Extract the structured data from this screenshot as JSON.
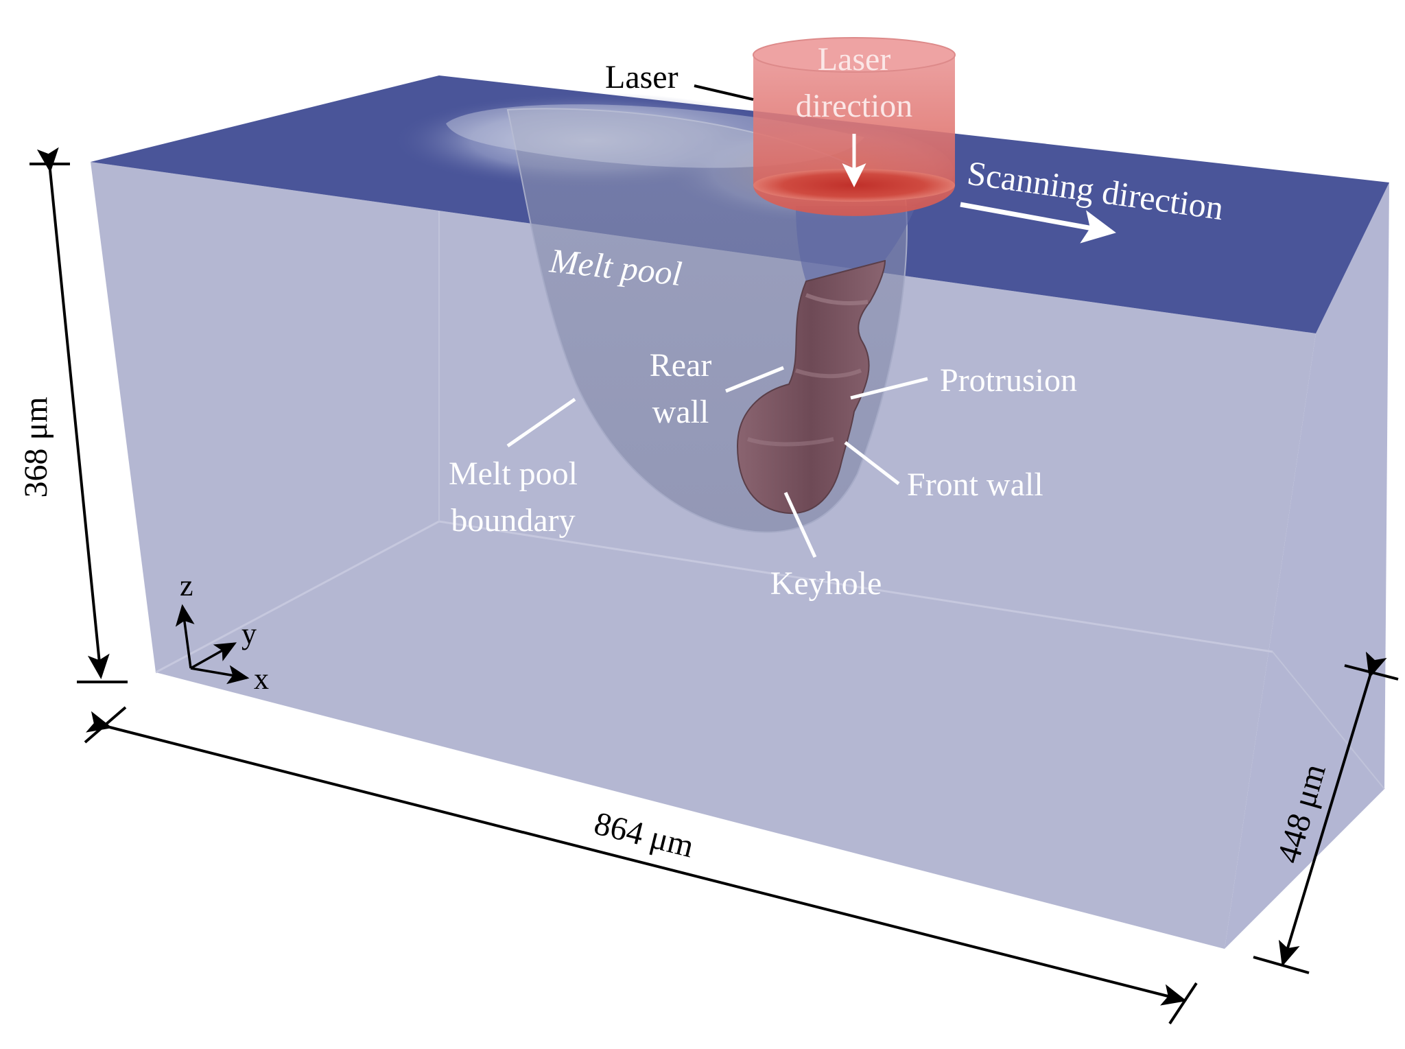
{
  "labels": {
    "laser": "Laser",
    "laser_direction_line1": "Laser",
    "laser_direction_line2": "direction",
    "scanning_direction": "Scanning direction",
    "melt_pool": "Melt pool",
    "rear_wall_line1": "Rear",
    "rear_wall_line2": "wall",
    "protrusion": "Protrusion",
    "front_wall": "Front wall",
    "melt_pool_boundary_line1": "Melt pool",
    "melt_pool_boundary_line2": "boundary",
    "keyhole": "Keyhole"
  },
  "dimensions": {
    "height": "368 μm",
    "length": "864 μm",
    "width": "448 μm"
  },
  "axes": {
    "z": "z",
    "y": "y",
    "x": "x"
  },
  "colors": {
    "top_surface": "#4a5599",
    "box_body": "#b0b3d0",
    "laser_beam": "#e07a7a",
    "keyhole": "#7a5560",
    "melt_pool": "#8a90b0"
  }
}
